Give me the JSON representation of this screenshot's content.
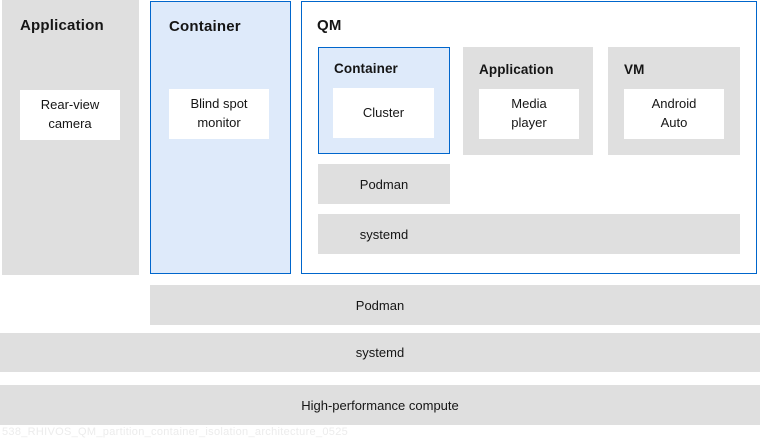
{
  "palette": {
    "box_gray": "#dfdfdf",
    "box_light_blue": "#deeafa",
    "border_blue": "#0066cc",
    "text_dark": "#151515",
    "watermark_gray": "#ececec"
  },
  "diagram": {
    "application": {
      "title": "Application",
      "item": "Rear-view\ncamera"
    },
    "container": {
      "title": "Container",
      "item": "Blind spot\nmonitor"
    },
    "qm": {
      "title": "QM",
      "container": {
        "title": "Container",
        "item": "Cluster"
      },
      "application": {
        "title": "Application",
        "item": "Media\nplayer"
      },
      "vm": {
        "title": "VM",
        "item": "Android\nAuto"
      },
      "podman_label": "Podman",
      "systemd_label": "systemd"
    },
    "platform": {
      "podman_label": "Podman",
      "systemd_label": "systemd",
      "compute_label": "High-performance compute"
    },
    "watermark": "538_RHIVOS_QM_partition_container_isolation_architecture_0525"
  }
}
